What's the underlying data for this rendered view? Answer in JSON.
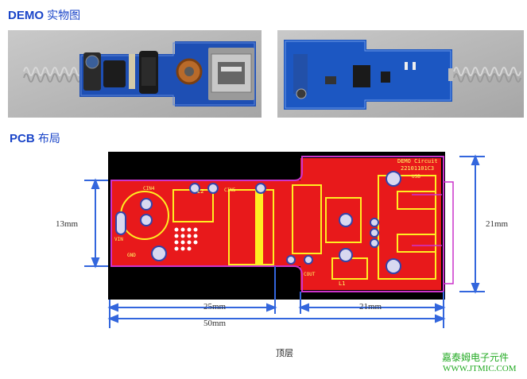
{
  "headings": {
    "demo_latin": "DEMO",
    "demo_cn": "实物图",
    "pcb_latin": "PCB",
    "pcb_cn": "布局"
  },
  "pcb_silkscreen": {
    "title_line1": "DEMO Circuit",
    "title_line2": "22101101C3",
    "usb": "USB",
    "cin_left": "CIN4",
    "cin_mid": "CIN5",
    "l2": "L2",
    "l1": "L1",
    "vin": "VIN",
    "gnd": "GND",
    "cout": "COUT"
  },
  "dimensions": {
    "height_left": "13mm",
    "height_right": "21mm",
    "bottom_left": "25mm",
    "bottom_right": "21mm",
    "total": "50mm"
  },
  "caption": "顶层",
  "brand": {
    "name": "嘉泰姆电子元件",
    "url": "WWW.JTMIC.COM"
  },
  "colors": {
    "heading": "#1a45c8",
    "pcb_red": "#e8191b",
    "dimension_blue": "#3366dd",
    "brand_green": "#22aa22"
  }
}
